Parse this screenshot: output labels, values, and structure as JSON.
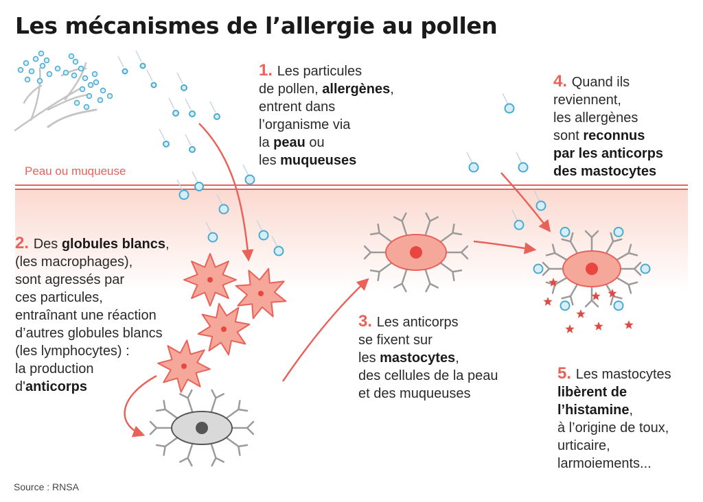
{
  "title": "Les mécanismes de l’allergie au pollen",
  "skin_label": "Peau ou muqueuse",
  "steps": [
    {
      "number": "1.",
      "lines": [
        [
          {
            "t": "Les particules",
            "b": false
          }
        ],
        [
          {
            "t": "de pollen, ",
            "b": false
          },
          {
            "t": "allergènes",
            "b": true
          },
          {
            "t": ",",
            "b": false
          }
        ],
        [
          {
            "t": "entrent dans",
            "b": false
          }
        ],
        [
          {
            "t": "l’organisme via",
            "b": false
          }
        ],
        [
          {
            "t": "la ",
            "b": false
          },
          {
            "t": "peau",
            "b": true
          },
          {
            "t": " ou",
            "b": false
          }
        ],
        [
          {
            "t": "les ",
            "b": false
          },
          {
            "t": "muqueuses",
            "b": true
          }
        ]
      ]
    },
    {
      "number": "2.",
      "lines": [
        [
          {
            "t": "Des ",
            "b": false
          },
          {
            "t": "globules blancs",
            "b": true
          },
          {
            "t": ",",
            "b": false
          }
        ],
        [
          {
            "t": "(les macrophages),",
            "b": false
          }
        ],
        [
          {
            "t": "sont agressés par",
            "b": false
          }
        ],
        [
          {
            "t": "ces particules,",
            "b": false
          }
        ],
        [
          {
            "t": "entraînant une réaction",
            "b": false
          }
        ],
        [
          {
            "t": "d’autres globules blancs",
            "b": false
          }
        ],
        [
          {
            "t": "(les lymphocytes) :",
            "b": false
          }
        ],
        [
          {
            "t": "la production",
            "b": false
          }
        ],
        [
          {
            "t": "d'",
            "b": false
          },
          {
            "t": "anticorps",
            "b": true
          }
        ]
      ]
    },
    {
      "number": "3.",
      "lines": [
        [
          {
            "t": "Les anticorps",
            "b": false
          }
        ],
        [
          {
            "t": "se fixent sur",
            "b": false
          }
        ],
        [
          {
            "t": "les ",
            "b": false
          },
          {
            "t": "mastocytes",
            "b": true
          },
          {
            "t": ",",
            "b": false
          }
        ],
        [
          {
            "t": "des cellules de la peau",
            "b": false
          }
        ],
        [
          {
            "t": "et des muqueuses",
            "b": false
          }
        ]
      ]
    },
    {
      "number": "4.",
      "lines": [
        [
          {
            "t": "Quand ils",
            "b": false
          }
        ],
        [
          {
            "t": "reviennent,",
            "b": false
          }
        ],
        [
          {
            "t": "les allergènes",
            "b": false
          }
        ],
        [
          {
            "t": "sont ",
            "b": false
          },
          {
            "t": "reconnus",
            "b": true
          }
        ],
        [
          {
            "t": "par les anticorps",
            "b": true
          }
        ],
        [
          {
            "t": "des mastocytes",
            "b": true
          }
        ]
      ]
    },
    {
      "number": "5.",
      "lines": [
        [
          {
            "t": "Les mastocytes",
            "b": false
          }
        ],
        [
          {
            "t": "libèrent de",
            "b": true
          }
        ],
        [
          {
            "t": "l’histamine",
            "b": true
          },
          {
            "t": ",",
            "b": false
          }
        ],
        [
          {
            "t": "à l’origine de toux,",
            "b": false
          }
        ],
        [
          {
            "t": "urticaire,",
            "b": false
          }
        ],
        [
          {
            "t": "larmoiements...",
            "b": false
          }
        ]
      ]
    }
  ],
  "source": "Source : RNSA",
  "colors": {
    "accent": "#e8625a",
    "skin_band": "#fbe1da",
    "pollen_fill": "#d6eef8",
    "pollen_stroke": "#4aa9cf",
    "cell_fill": "#f5a79a",
    "cell_nucleus": "#e8463f",
    "lymphocyte_fill": "#d9d9d9",
    "antibody": "#9a9a9a",
    "plant": "#c4c4c4",
    "histamine": "#e04a44"
  },
  "icons": [
    "plant-icon",
    "pollen-grain-icon",
    "macrophage-icon",
    "lymphocyte-icon",
    "mastocyte-icon",
    "antibody-icon",
    "histamine-icon",
    "arrow-icon"
  ]
}
